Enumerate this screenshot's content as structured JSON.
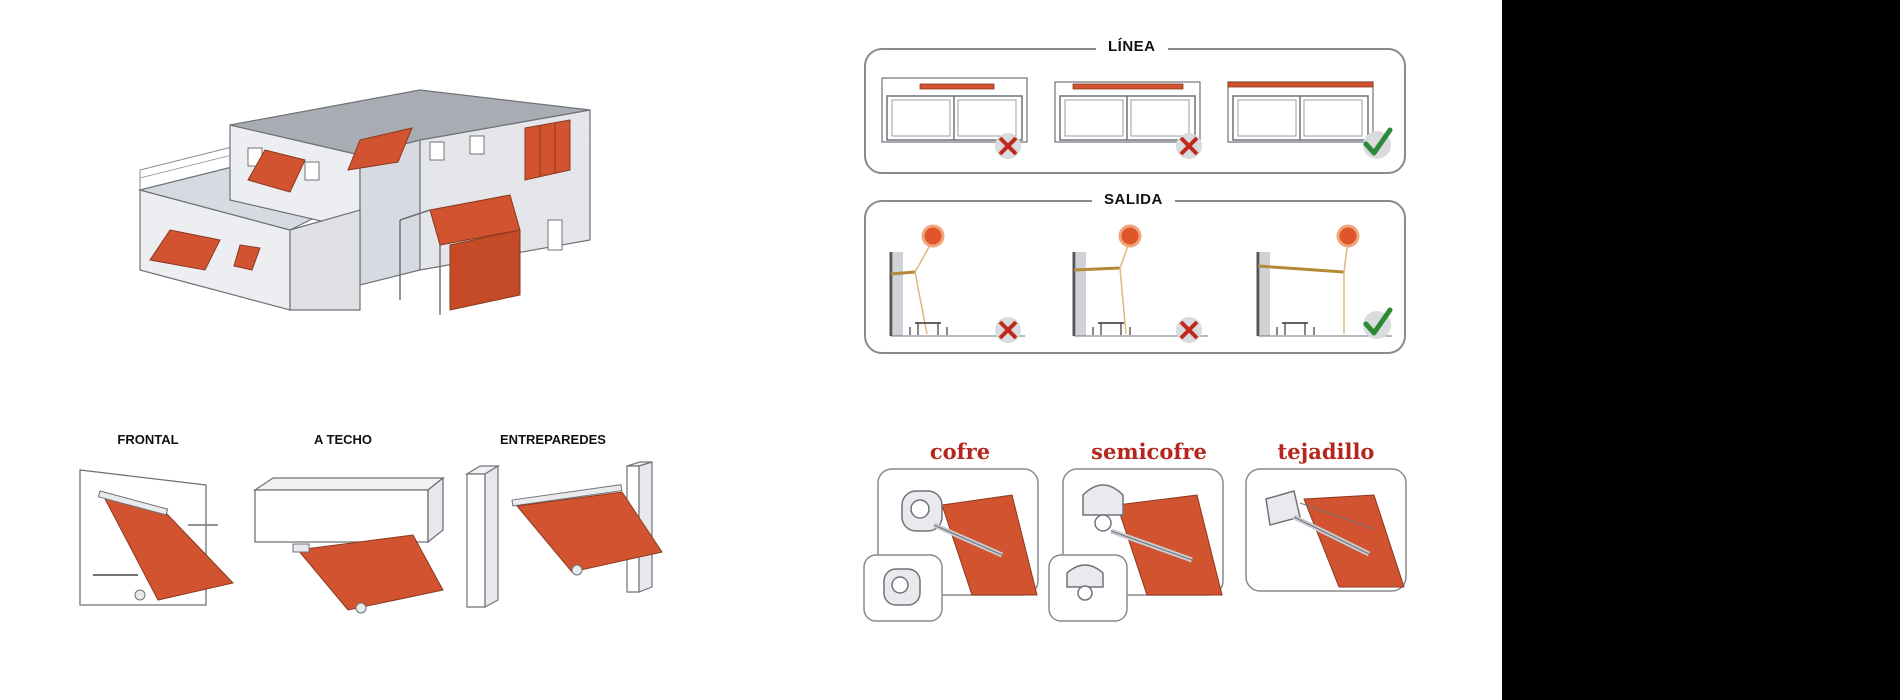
{
  "colors": {
    "awning": "#d2532f",
    "awning_dark": "#b44221",
    "building_light": "#eceef2",
    "building_mid": "#d7dae0",
    "building_roof": "#a9acb3",
    "outline": "#6f7378",
    "label_red": "#b5261e",
    "check_green": "#2c8a34",
    "cross_red": "#c0281e",
    "sun": "#e0552a",
    "black_panel": "#000000"
  },
  "house_illustration": {
    "icon": "house-with-awnings-icon"
  },
  "mounting_types": [
    {
      "label": "FRONTAL",
      "icon": "frontal-mount-awning-icon"
    },
    {
      "label": "A TECHO",
      "icon": "ceiling-mount-awning-icon"
    },
    {
      "label": "ENTREPAREDES",
      "icon": "between-walls-awning-icon"
    }
  ],
  "linea_panel": {
    "title": "LÍNEA",
    "options": [
      {
        "icon": "window-awning-icon",
        "status": "cross-icon"
      },
      {
        "icon": "window-awning-icon",
        "status": "cross-icon"
      },
      {
        "icon": "window-awning-icon",
        "status": "check-icon"
      }
    ]
  },
  "salida_panel": {
    "title": "SALIDA",
    "options": [
      {
        "icon": "sun-projection-icon",
        "status": "cross-icon"
      },
      {
        "icon": "sun-projection-icon",
        "status": "cross-icon"
      },
      {
        "icon": "sun-projection-icon",
        "status": "check-icon"
      }
    ]
  },
  "box_types": [
    {
      "label": "cofre",
      "icon": "cofre-awning-icon",
      "has_detail_inset": true
    },
    {
      "label": "semicofre",
      "icon": "semicofre-awning-icon",
      "has_detail_inset": true
    },
    {
      "label": "tejadillo",
      "icon": "tejadillo-awning-icon",
      "has_detail_inset": false
    }
  ]
}
